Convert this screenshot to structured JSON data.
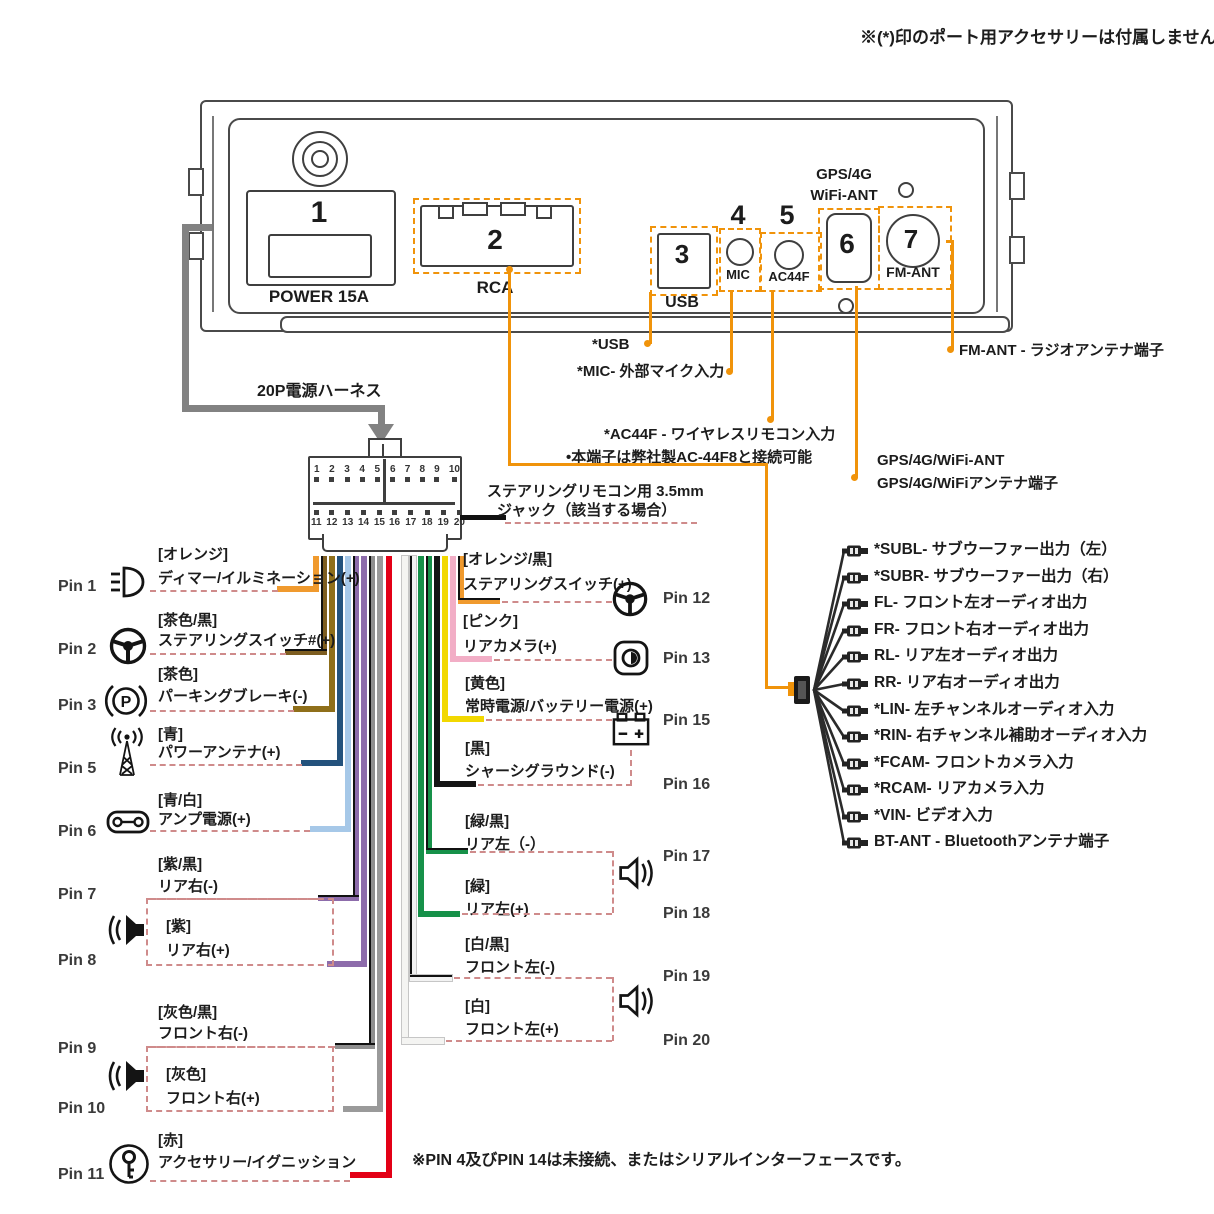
{
  "note_top": "※(*)印のポート用アクセサリーは付属しません",
  "note_bottom": "※PIN 4及びPIN 14は未接続、またはシリアルインターフェースです。",
  "unit": {
    "port1": {
      "num": "1",
      "label": "POWER 15A"
    },
    "port2": {
      "num": "2",
      "label": "RCA"
    },
    "port3": {
      "num": "3",
      "label": "USB"
    },
    "port4": {
      "num": "4",
      "label": "MIC"
    },
    "port5": {
      "num": "5",
      "label": "AC44F"
    },
    "port6": {
      "num": "6",
      "label_line1": "GPS/4G",
      "label_line2": "WiFi-ANT"
    },
    "port7": {
      "num": "7",
      "label": "FM-ANT"
    }
  },
  "callouts": {
    "usb": "*USB",
    "mic": "*MIC- 外部マイク入力",
    "ac44f_line1": "*AC44F - ワイヤレスリモコン入力",
    "ac44f_line2": "•本端子は弊社製AC‐44F8と接続可能",
    "gps_line1": "GPS/4G/WiFi-ANT",
    "gps_line2": "GPS/4G/WiFiアンテナ端子",
    "fm": "FM-ANT - ラジオアンテナ端子",
    "harness": "20P電源ハーネス",
    "jack_line1": "ステアリングリモコン用 3.5mm",
    "jack_line2": "ジャック（該当する場合）"
  },
  "connector": {
    "pins": [
      "1",
      "2",
      "3",
      "4",
      "5",
      "6",
      "7",
      "8",
      "9",
      "10",
      "11",
      "12",
      "13",
      "14",
      "15",
      "16",
      "17",
      "18",
      "19",
      "20"
    ]
  },
  "pins_left": [
    {
      "pin": "Pin 1",
      "tag": "[オレンジ]",
      "name": "ディマー/イルミネーション(+)",
      "icon": "headlight-icon",
      "color": "#f09a2e",
      "stripe": ""
    },
    {
      "pin": "Pin 2",
      "tag": "[茶色/黒]",
      "name": "ステアリングスイッチ#(+)",
      "icon": "steering-wheel-icon",
      "color": "#7d5d20",
      "stripe": "#111111"
    },
    {
      "pin": "Pin 3",
      "tag": "[茶色]",
      "name": "パーキングブレーキ(-)",
      "icon": "parking-brake-icon",
      "color": "#8f6f1a",
      "stripe": ""
    },
    {
      "pin": "Pin 5",
      "tag": "[青]",
      "name": "パワーアンテナ(+)",
      "icon": "antenna-icon",
      "color": "#23527c",
      "stripe": ""
    },
    {
      "pin": "Pin 6",
      "tag": "[青/白]",
      "name": "アンプ電源(+)",
      "icon": "amplifier-icon",
      "color": "#a6c8e8",
      "stripe": ""
    },
    {
      "pin": "Pin 7",
      "tag": "[紫/黒]",
      "name": "リア右(-)",
      "icon": "",
      "color": "#8d6cab",
      "stripe": "#111111"
    },
    {
      "pin": "Pin 8",
      "tag": "[紫]",
      "name": "リア右(+)",
      "icon": "speaker-icon",
      "color": "#8d6cab",
      "stripe": ""
    },
    {
      "pin": "Pin 9",
      "tag": "[灰色/黒]",
      "name": "フロント右(-)",
      "icon": "",
      "color": "#8f8f8f",
      "stripe": "#111111"
    },
    {
      "pin": "Pin 10",
      "tag": "[灰色]",
      "name": "フロント右(+)",
      "icon": "speaker-icon",
      "color": "#9a9a9a",
      "stripe": ""
    },
    {
      "pin": "Pin 11",
      "tag": "[赤]",
      "name": "アクセサリー/イグニッション",
      "icon": "ignition-key-icon",
      "color": "#e30016",
      "stripe": ""
    }
  ],
  "pins_right": [
    {
      "pin": "Pin 12",
      "tag": "[オレンジ/黒]",
      "name": "ステアリングスイッチ(+)",
      "icon": "steering-wheel-icon",
      "color": "#f09a2e",
      "stripe": "#111111"
    },
    {
      "pin": "Pin 13",
      "tag": "[ピンク]",
      "name": "リアカメラ(+)",
      "icon": "camera-icon",
      "color": "#f2aec6",
      "stripe": ""
    },
    {
      "pin": "Pin 15",
      "tag": "[黄色]",
      "name": "常時電源/バッテリー電源(+)",
      "icon": "battery-icon",
      "color": "#f2d800",
      "stripe": ""
    },
    {
      "pin": "Pin 16",
      "tag": "[黒]",
      "name": "シャーシグラウンド(-)",
      "icon": "",
      "color": "#151515",
      "stripe": ""
    },
    {
      "pin": "Pin 17",
      "tag": "[緑/黒]",
      "name": "リア左（-）",
      "icon": "",
      "color": "#169149",
      "stripe": "#111111"
    },
    {
      "pin": "Pin 18",
      "tag": "[緑]",
      "name": "リア左(+)",
      "icon": "speaker-icon",
      "color": "#169149",
      "stripe": ""
    },
    {
      "pin": "Pin 19",
      "tag": "[白/黒]",
      "name": "フロント左(-)",
      "icon": "",
      "color": "#f2f2f2",
      "stripe": "#111111"
    },
    {
      "pin": "Pin 20",
      "tag": "[白]",
      "name": "フロント左(+)",
      "icon": "speaker-icon",
      "color": "#f4f4f2",
      "stripe": ""
    }
  ],
  "rca_outputs": [
    {
      "label": "*SUBL- サブウーファー出力（左）"
    },
    {
      "label": "*SUBR- サブウーファー出力（右）"
    },
    {
      "label": "FL- フロント左オーディオ出力"
    },
    {
      "label": "FR- フロント右オーディオ出力"
    },
    {
      "label": "RL- リア左オーディオ出力"
    },
    {
      "label": "RR- リア右オーディオ出力"
    },
    {
      "label": "*LIN- 左チャンネルオーディオ入力"
    },
    {
      "label": "*RIN- 右チャンネル補助オーディオ入力"
    },
    {
      "label": "*FCAM- フロントカメラ入力"
    },
    {
      "label": "*RCAM- リアカメラ入力"
    },
    {
      "label": "*VIN- ビデオ入力"
    },
    {
      "label": "BT-ANT - Bluetoothアンテナ端子"
    }
  ],
  "colors": {
    "accent_orange": "#f0930a",
    "harness_gray": "#828282",
    "leader_dash": "#cf8b8b",
    "unit_outline": "#4a4a4a"
  }
}
